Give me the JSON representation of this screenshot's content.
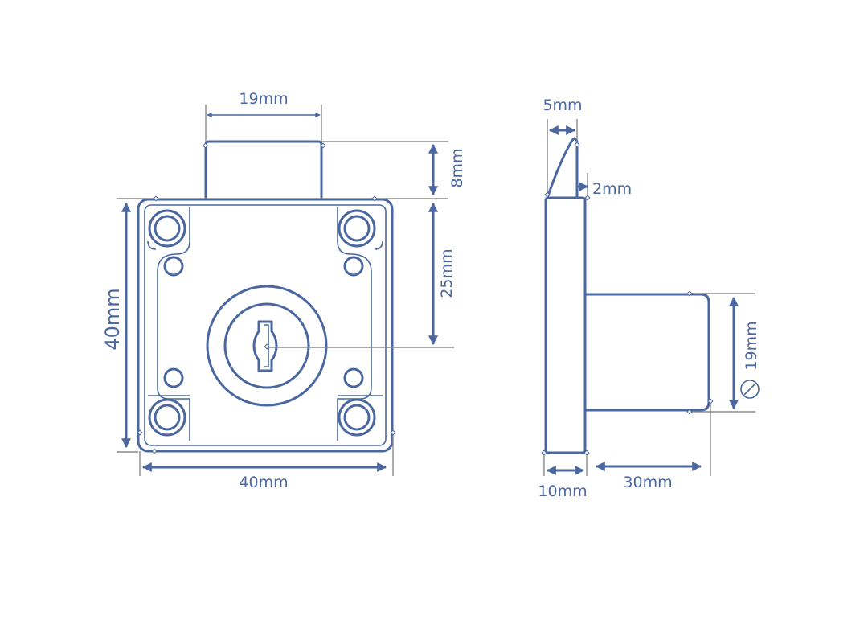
{
  "front_view": {
    "dim_top_width": "19mm",
    "dim_top_height": "8mm",
    "dim_key_offset": "25mm",
    "dim_height": "40mm",
    "dim_width": "40mm"
  },
  "side_view": {
    "dim_tongue_width": "5mm",
    "dim_tongue_gap": "2mm",
    "dim_cylinder_diameter": "19mm",
    "dim_plate_thickness": "10mm",
    "dim_cylinder_length": "30mm"
  },
  "colors": {
    "line": "#4a67a0",
    "extension": "#8a8a8a"
  }
}
